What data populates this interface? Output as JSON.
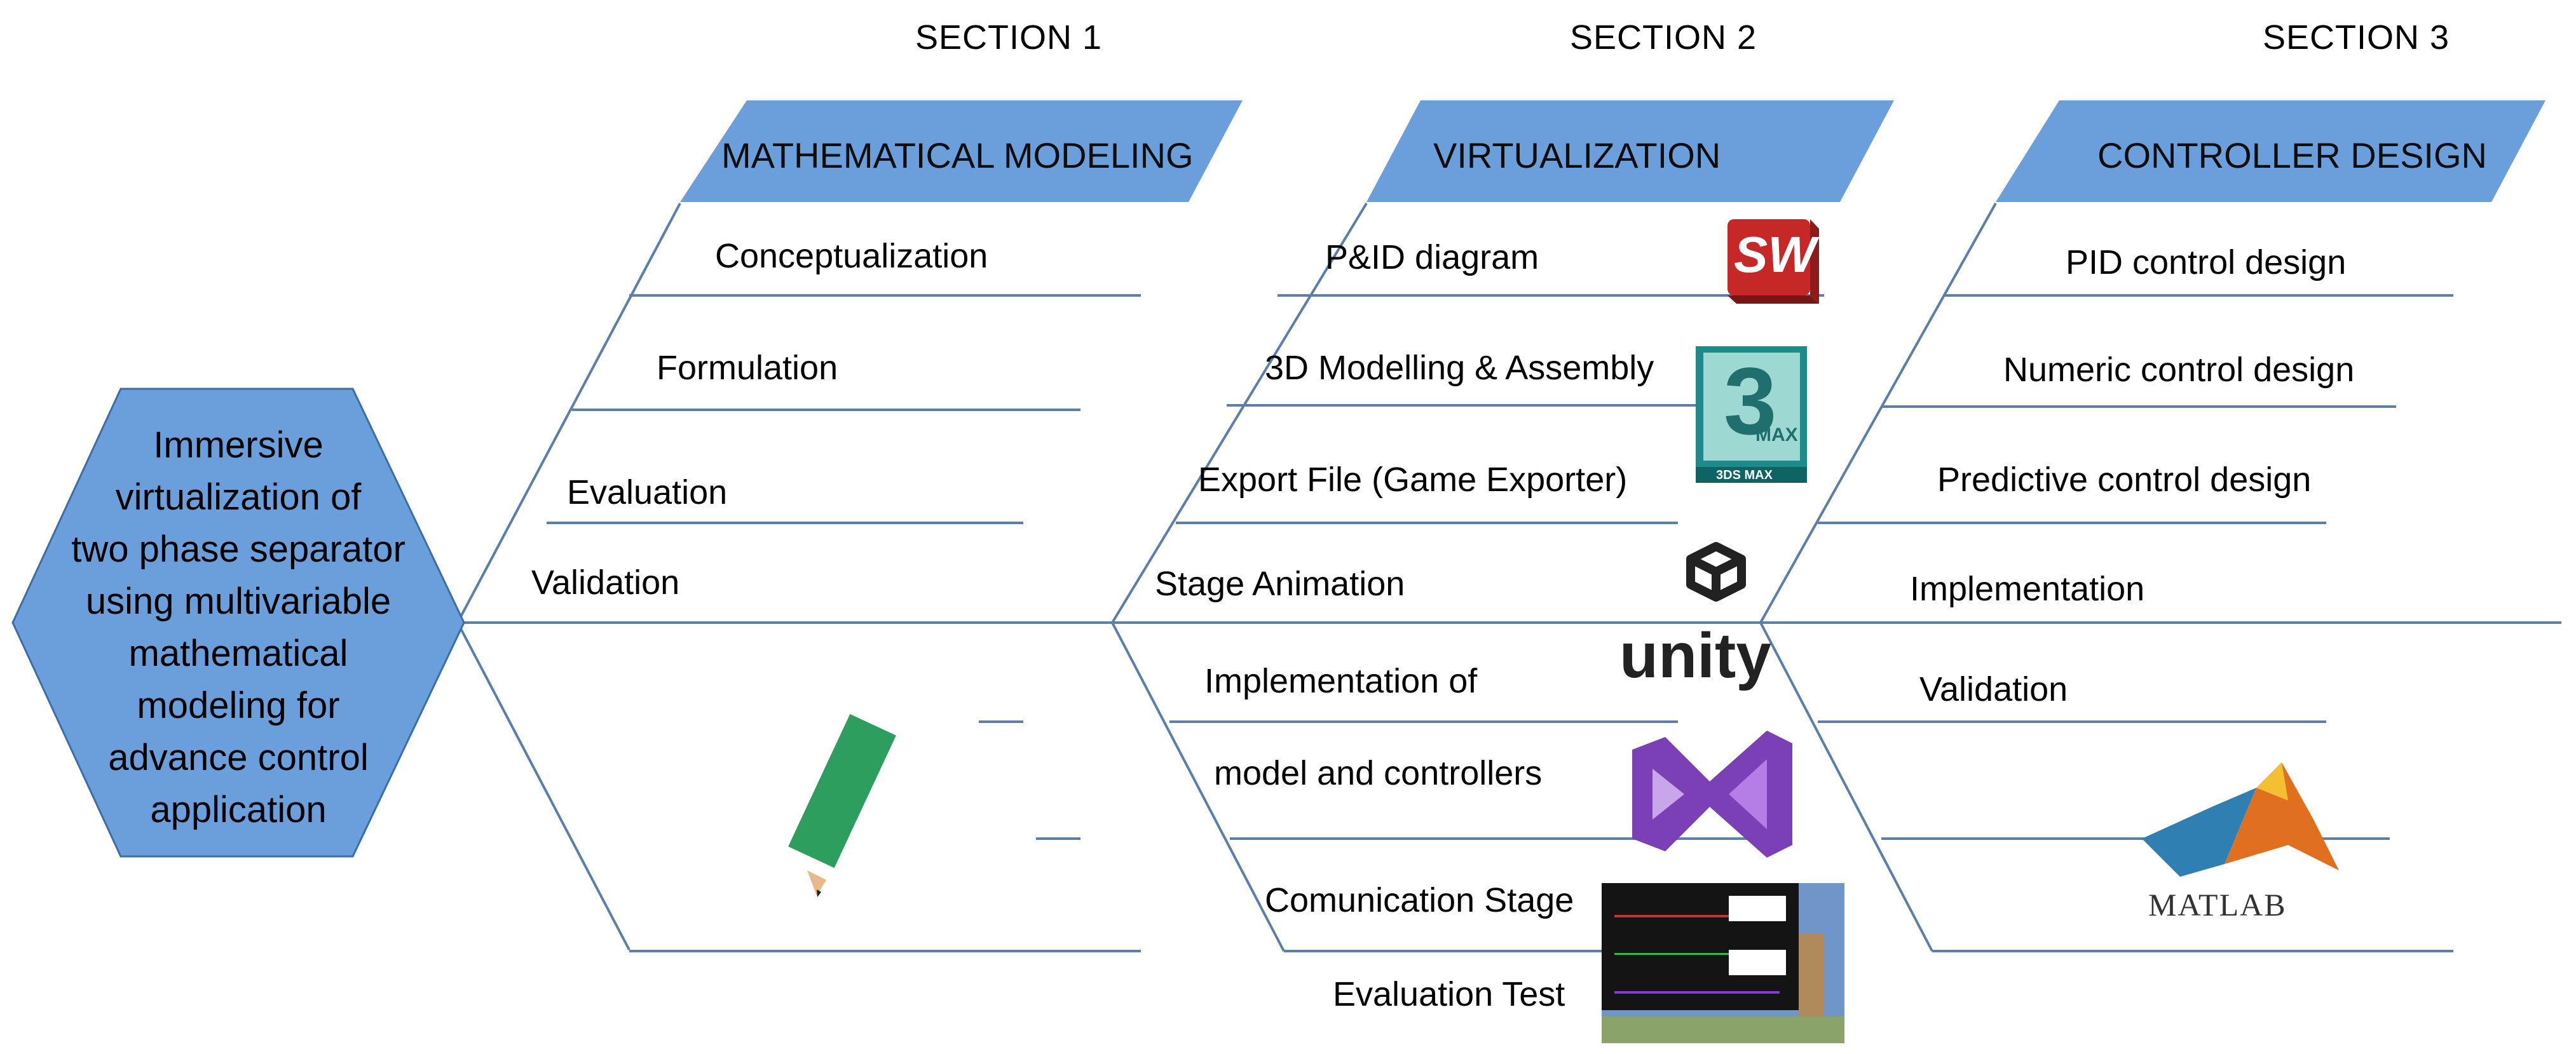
{
  "hub": {
    "lines": [
      "Immersive",
      "virtualization of",
      "two phase separator",
      "using multivariable",
      "mathematical",
      "modeling for",
      "advance control",
      "application"
    ]
  },
  "sections": [
    {
      "title": "SECTION 1",
      "banner": "MATHEMATICAL MODELING",
      "items": [
        "Conceptualization",
        "Formulation",
        "Evaluation",
        "Validation"
      ]
    },
    {
      "title": "SECTION 2",
      "banner": "VIRTUALIZATION",
      "items": [
        "P&ID diagram",
        "3D Modelling & Assembly",
        "Export File (Game Exporter)",
        "Stage Animation",
        "Implementation of",
        "model and controllers",
        "Comunication Stage",
        "Evaluation Test"
      ]
    },
    {
      "title": "SECTION 3",
      "banner": "CONTROLLER DESIGN",
      "items": [
        "PID control design",
        "Numeric control design",
        "Predictive control design",
        "Implementation",
        "Validation"
      ]
    }
  ],
  "logos": {
    "solidworks": "SW",
    "max3d_number": "3",
    "max3d_sub": "MAX",
    "max3d_footer": "3DS MAX",
    "unity": "unity",
    "matlab": "MATLAB"
  },
  "icons": [
    "solidworks-logo-icon",
    "3ds-max-logo-icon",
    "unity-logo-icon",
    "visual-studio-logo-icon",
    "matlab-logo-icon",
    "simulation-screenshot-icon",
    "equations-pencil-icon"
  ],
  "colors": {
    "blue_fill": "#6a9fdc",
    "line": "#5b7fa8",
    "hex_stroke": "#3a6ea5"
  }
}
